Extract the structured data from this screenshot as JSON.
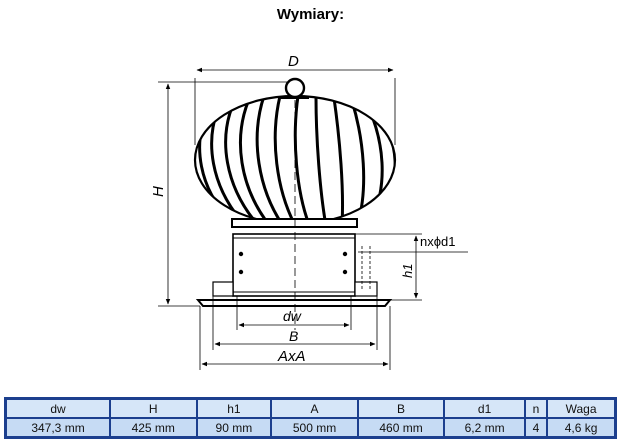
{
  "title": "Wymiary:",
  "drawing": {
    "labels": {
      "D": "D",
      "H": "H",
      "h1": "h1",
      "ndl": "nxϕd1",
      "dw": "dw",
      "B": "B",
      "AxA": "AxA"
    }
  },
  "table": {
    "headers": [
      "dw",
      "H",
      "h1",
      "A",
      "B",
      "d1",
      "n",
      "Waga"
    ],
    "values": [
      "347,3 mm",
      "425 mm",
      "90 mm",
      "500 mm",
      "460 mm",
      "6,2 mm",
      "4",
      "4,6 kg"
    ]
  }
}
